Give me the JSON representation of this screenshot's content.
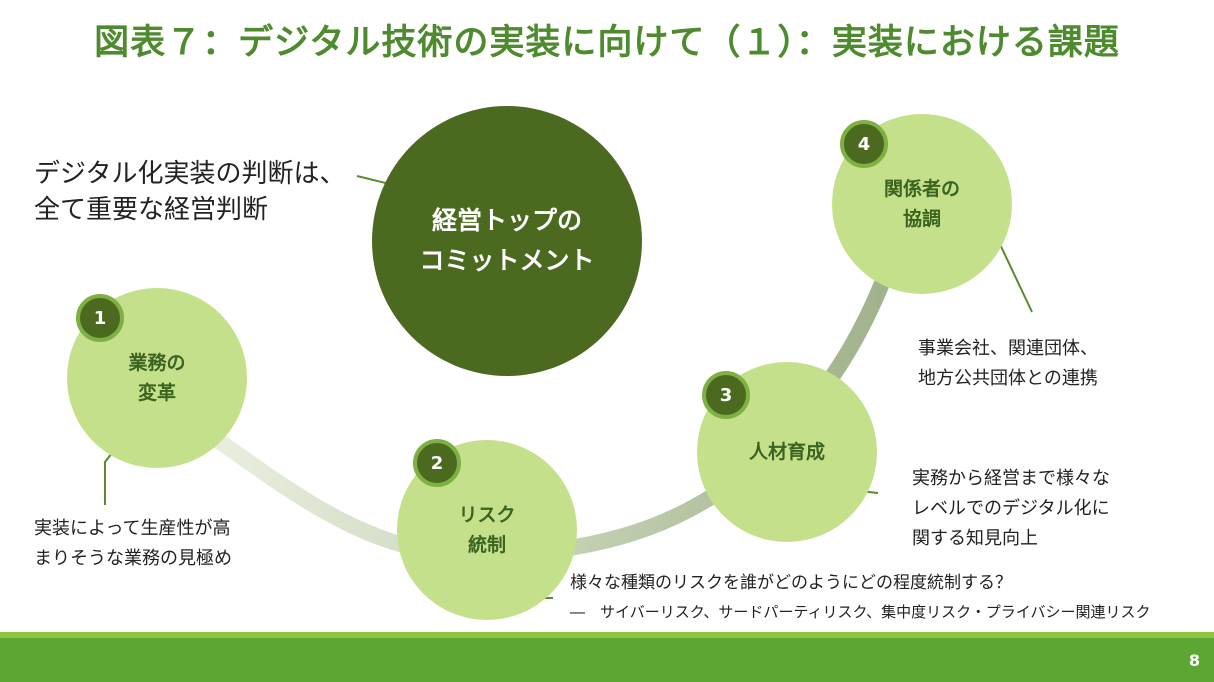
{
  "title": "図表７：デジタル技術の実装に向けて（１）：実装における課題",
  "center": {
    "label": "経営トップの\nコミットメント",
    "note": "デジタル化実装の判断は、\n全て重要な経営判断"
  },
  "items": [
    {
      "number": "1",
      "label": "業務の\n変革",
      "note": "実装によって生産性が高\nまりそうな業務の見極め"
    },
    {
      "number": "2",
      "label": "リスク\n統制",
      "note": "様々な種類のリスクを誰がどのようにどの程度統制する？",
      "subnote": "―　サイバーリスク、サードパーティリスク、集中度リスク・プライバシー関連リスク"
    },
    {
      "number": "3",
      "label": "人材育成",
      "note": "実務から経営まで様々な\nレベルでのデジタル化に\n関する知見向上"
    },
    {
      "number": "4",
      "label": "関係者の\n協調",
      "note": "事業会社、関連団体、\n地方公共団体との連携"
    }
  ],
  "page_number": "8",
  "colors": {
    "title": "#4e8a2e",
    "dark_green": "#4b6a1f",
    "light_green": "#c5e08a",
    "footer": "#5ca733"
  }
}
